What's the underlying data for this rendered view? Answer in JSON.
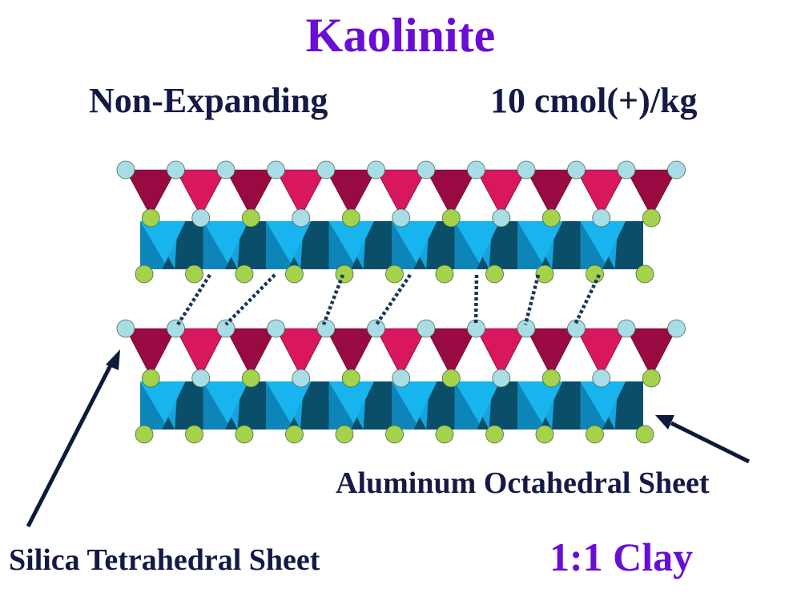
{
  "title": "Kaolinite",
  "subtitle_left": "Non-Expanding",
  "subtitle_right": "10 cmol(+)/kg",
  "labels": {
    "aluminum": "Aluminum Octahedral Sheet",
    "silica": "Silica Tetrahedral Sheet",
    "clay_type": "1:1 Clay"
  },
  "colors": {
    "title": "#6a0dd6",
    "text": "#141a46",
    "tetra_dark": "#9a0a42",
    "tetra_light": "#d8175f",
    "octa_light": "#18b4ee",
    "octa_mid": "#0e85b8",
    "octa_dark": "#0a4e6a",
    "oxygen": "#a9dde6",
    "hydroxyl": "#a4d24a",
    "hbond": "#183656",
    "arrow": "#0e1a3a"
  }
}
